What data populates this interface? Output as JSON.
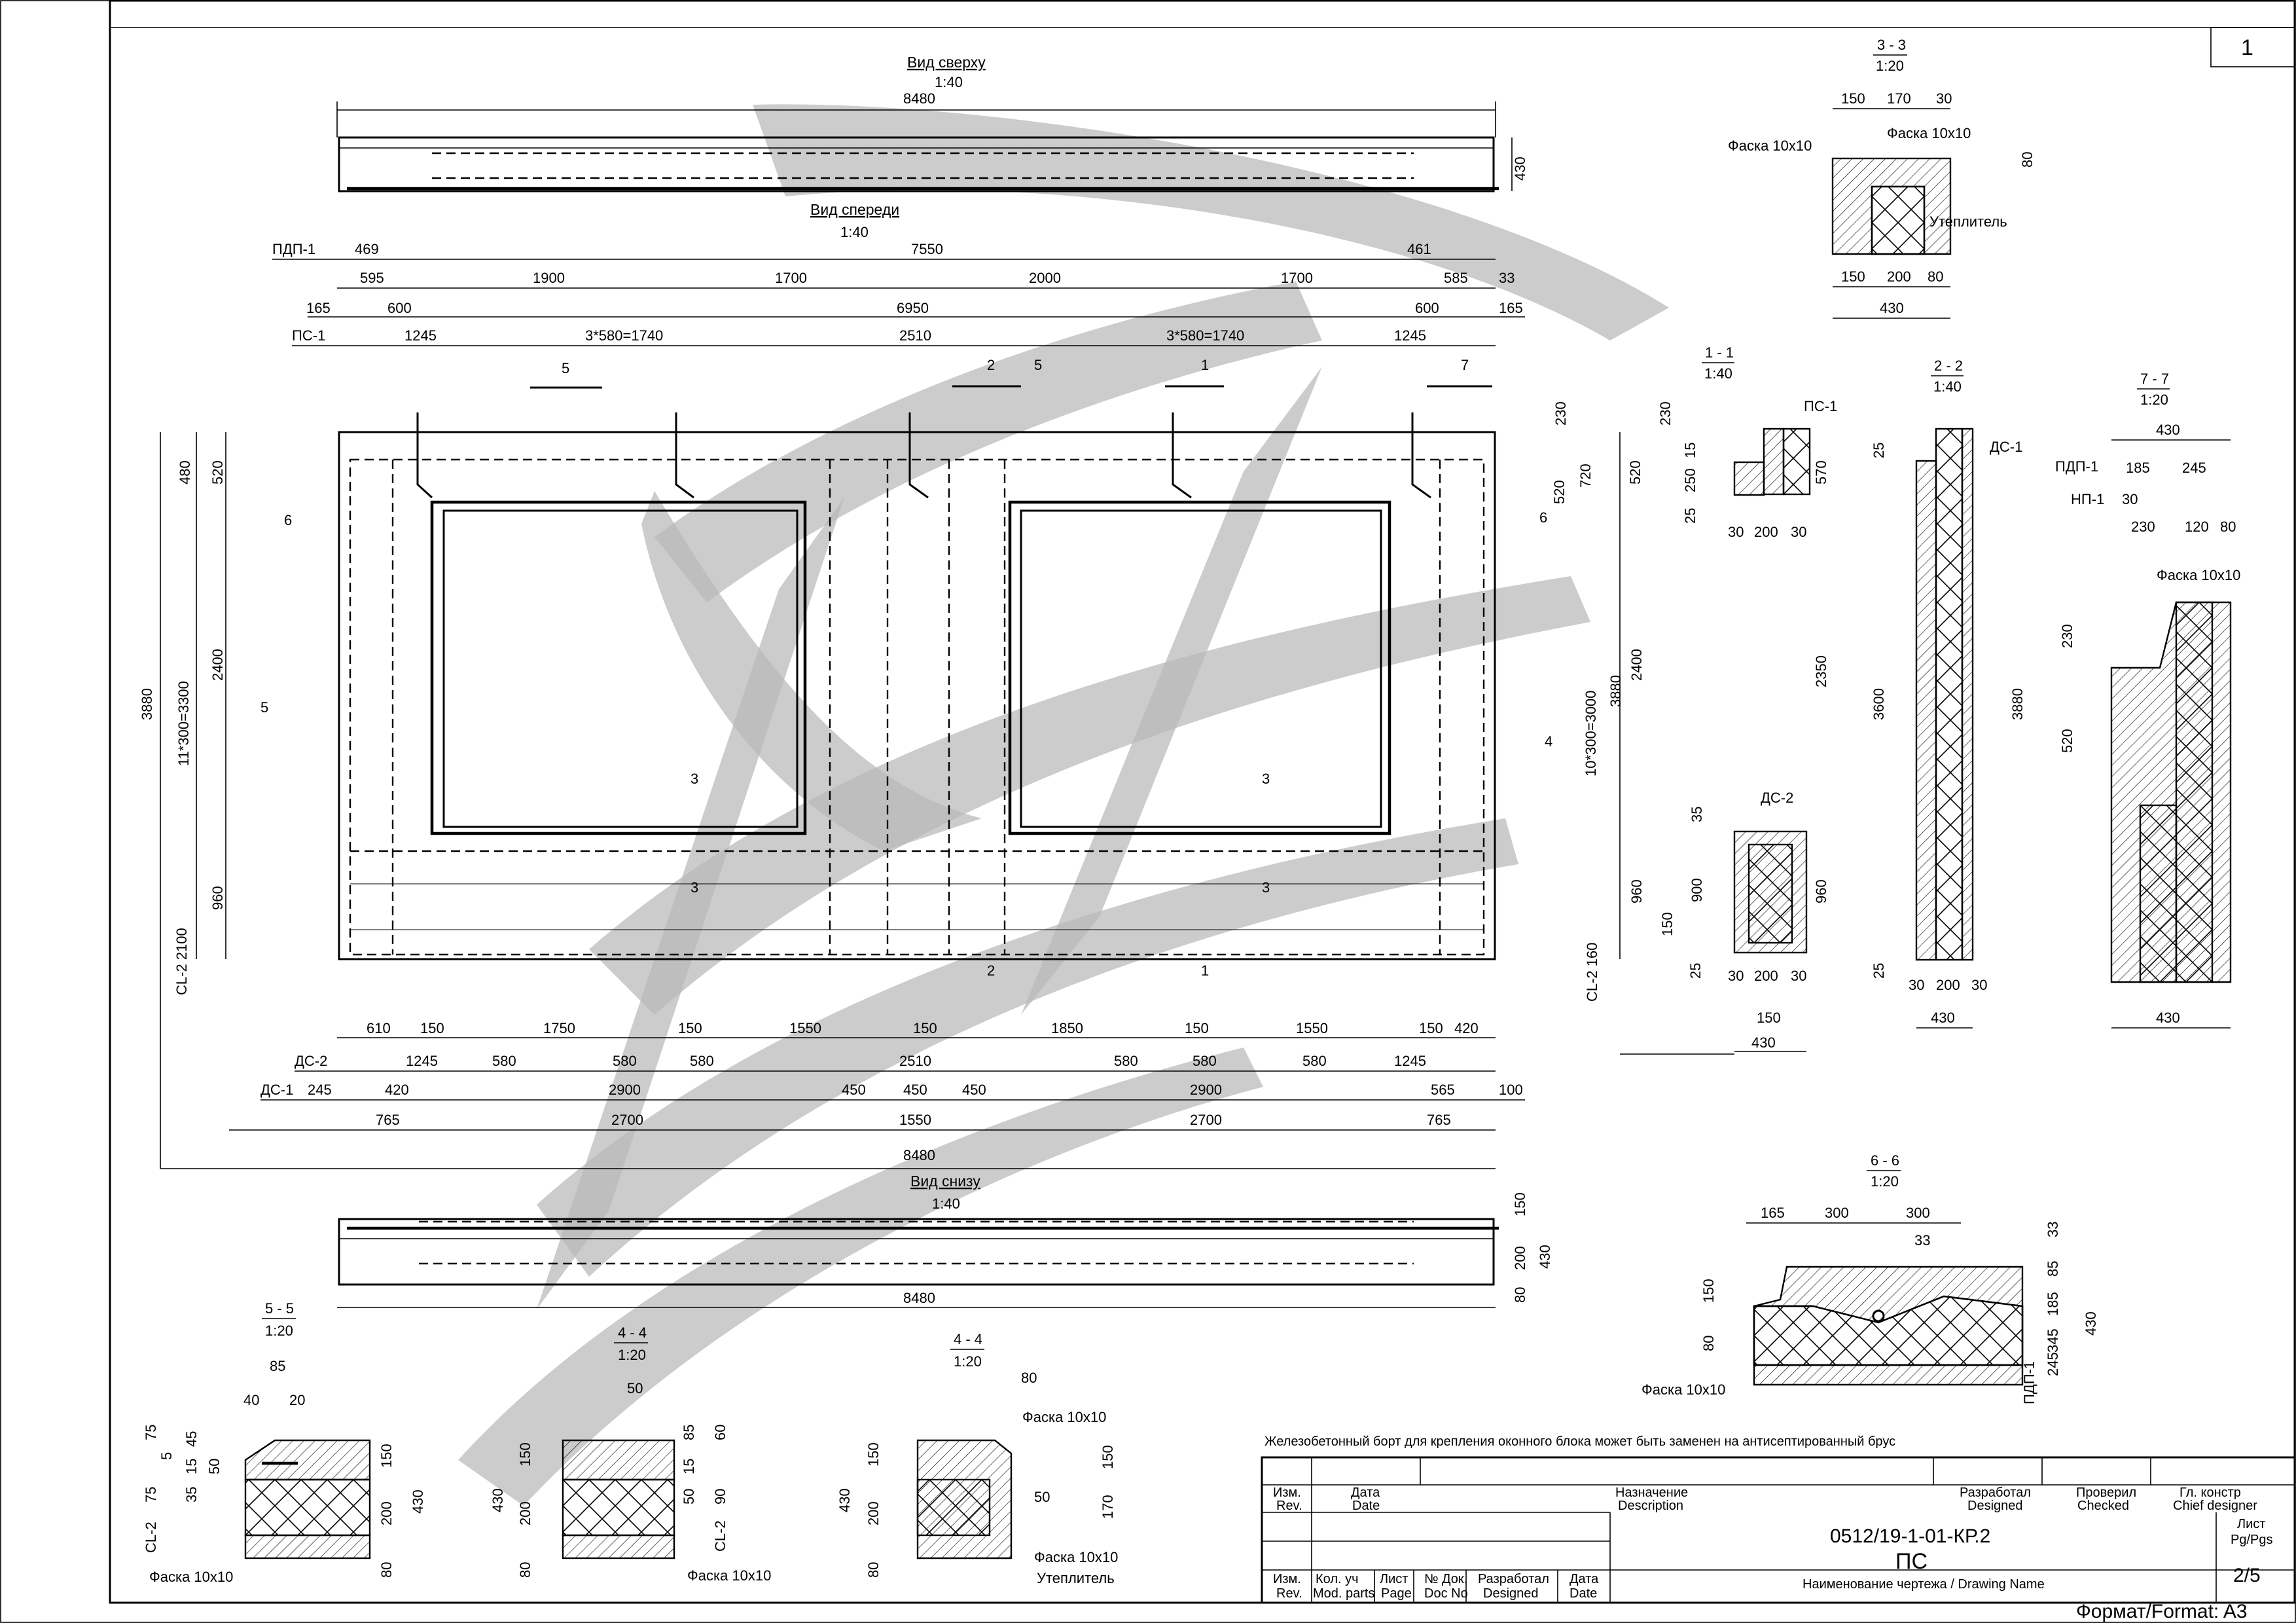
{
  "sheet": {
    "number": "1",
    "format": "Формат/Format: A3",
    "note": "Железобетонный борт для крепления оконного блока может быть заменен на антисептированный брус"
  },
  "views": {
    "top": {
      "title": "Вид сверху",
      "scale": "1:40"
    },
    "front": {
      "title": "Вид спереди",
      "scale": "1:40"
    },
    "bottom": {
      "title": "Вид снизу",
      "scale": "1:40"
    }
  },
  "sections": {
    "s33": {
      "title": "3 - 3",
      "scale": "1:20"
    },
    "s11": {
      "title": "1 - 1",
      "scale": "1:40"
    },
    "s22": {
      "title": "2 - 2",
      "scale": "1:40"
    },
    "s77": {
      "title": "7 - 7",
      "scale": "1:20"
    },
    "s66": {
      "title": "6 - 6",
      "scale": "1:20"
    },
    "s55": {
      "title": "5 - 5",
      "scale": "1:20"
    },
    "s44a": {
      "title": "4 - 4",
      "scale": "1:20"
    },
    "s44b": {
      "title": "4 - 4",
      "scale": "1:20"
    }
  },
  "labels": {
    "facet": "Фаска 10х10",
    "insulation": "Утеплитель",
    "pdp1": "ПДП-1",
    "ps1": "ПС-1",
    "ds1": "ДС-1",
    "ds2": "ДС-2",
    "np1": "НП-1",
    "cl2": "CL-2",
    "cl2_2100": "CL-2 2100",
    "cl2_160": "CL-2 160"
  },
  "dims": {
    "top_8480": "8480",
    "top_430": "430",
    "pdp_469": "469",
    "pdp_7550": "7550",
    "pdp_461": "461",
    "r2_595": "595",
    "r2_1900": "1900",
    "r2_1700a": "1700",
    "r2_2000": "2000",
    "r2_1700b": "1700",
    "r2_585": "585",
    "r2_33": "33",
    "r3_165a": "165",
    "r3_600a": "600",
    "r3_6950": "6950",
    "r3_600b": "600",
    "r3_165b": "165",
    "r4_1245a": "1245",
    "r4_3x580a": "3*580=1740",
    "r4_2510": "2510",
    "r4_3x580b": "3*580=1740",
    "r4_1245b": "1245",
    "l_3880": "3880",
    "l_11x300": "11*300=3300",
    "l_480": "480",
    "l_520": "520",
    "l_2400": "2400",
    "l_960": "960",
    "b1_610": "610",
    "b1_150a": "150",
    "b1_1750": "1750",
    "b1_150b": "150",
    "b1_1550a": "1550",
    "b1_150c": "150",
    "b1_1850": "1850",
    "b1_150d": "150",
    "b1_1550b": "1550",
    "b1_150e": "150",
    "b1_420": "420",
    "b2_1245a": "1245",
    "b2_580a": "580",
    "b2_580b": "580",
    "b2_580c": "580",
    "b2_2510": "2510",
    "b2_580d": "580",
    "b2_580e": "580",
    "b2_580f": "580",
    "b2_1245b": "1245",
    "b3_245": "245",
    "b3_420": "420",
    "b3_2900a": "2900",
    "b3_450a": "450",
    "b3_450b": "450",
    "b3_450c": "450",
    "b3_2900b": "2900",
    "b3_565": "565",
    "b3_100": "100",
    "b4_765a": "765",
    "b4_2700a": "2700",
    "b4_1550": "1550",
    "b4_2700b": "2700",
    "b4_765b": "765",
    "b5_8480": "8480",
    "bot_8480": "8480",
    "bot_150": "150",
    "bot_200": "200",
    "bot_80": "80",
    "bot_430": "430",
    "s33_150": "150",
    "s33_170": "170",
    "s33_30": "30",
    "s33_80": "80",
    "s33_150b": "150",
    "s33_200": "200",
    "s33_80b": "80",
    "s33_430": "430",
    "s11_230": "230",
    "s11_720": "720",
    "s11_520": "520",
    "s11_15": "15",
    "s11_250": "250",
    "s11_25": "25",
    "s11_570": "570",
    "s11_30a": "30",
    "s11_200": "200",
    "s11_30b": "30",
    "s11_10x300": "10*300=3000",
    "s11_3880": "3880",
    "s11_2400": "2400",
    "s11_2350": "2350",
    "s11_960": "960",
    "s11_960b": "960",
    "s11_35": "35",
    "s11_900": "900",
    "s11_150": "150",
    "s11_25b": "25",
    "s11_30c": "30",
    "s11_200b": "200",
    "s11_30d": "30",
    "s11_150b": "150",
    "s11_430": "430",
    "s22_25": "25",
    "s22_3600": "3600",
    "s22_3880": "3880",
    "s22_25b": "25",
    "s22_30a": "30",
    "s22_200": "200",
    "s22_30b": "30",
    "s22_430": "430",
    "s77_430": "430",
    "s77_185": "185",
    "s77_245": "245",
    "s77_30": "30",
    "s77_230": "230",
    "s77_120": "120",
    "s77_80": "80",
    "s77_230b": "230",
    "s77_520": "520",
    "s77_430b": "430",
    "s66_165": "165",
    "s66_300a": "300",
    "s66_300b": "300",
    "s66_33": "33",
    "s66_85": "85",
    "s66_33b": "33",
    "s66_150": "150",
    "s66_80": "80",
    "s66_185": "185",
    "s66_345": "345",
    "s66_245": "245",
    "s66_430": "430",
    "s55_85": "85",
    "s55_40": "40",
    "s55_20": "20",
    "s55_75": "75",
    "s55_45": "45",
    "s55_5": "5",
    "s55_15": "15",
    "s55_50": "50",
    "s55_35": "35",
    "s55_75b": "75",
    "s55_150": "150",
    "s55_200": "200",
    "s55_430": "430",
    "s55_80": "80",
    "s44a_50": "50",
    "s44a_150": "150",
    "s44a_85": "85",
    "s44a_60": "60",
    "s44a_15": "15",
    "s44a_430": "430",
    "s44a_200": "200",
    "s44a_50b": "50",
    "s44a_90": "90",
    "s44a_80": "80",
    "s44b_80": "80",
    "s44b_150": "150",
    "s44b_150b": "150",
    "s44b_430": "430",
    "s44b_200": "200",
    "s44b_50": "50",
    "s44b_170": "170",
    "s44b_80b": "80"
  },
  "cuts": {
    "c5": "5",
    "c2": "2",
    "c1": "1",
    "c7": "7",
    "c6": "6",
    "c4": "4",
    "c3": "3"
  },
  "title_block": {
    "rev": "Изм.\nRev.",
    "rev_lbl": "Изм.",
    "rev_en": "Rev.",
    "date_lbl": "Дата",
    "date_en": "Date",
    "desc_lbl": "Назначение",
    "desc_en": "Description",
    "designed_lbl": "Разработал",
    "designed_en": "Designed",
    "checked_lbl": "Проверил",
    "checked_en": "Checked",
    "chief_lbl": "Гл. констр",
    "chief_en": "Chief designer",
    "kol_lbl": "Кол. уч",
    "kol_en": "Mod. parts",
    "list_lbl": "Лист",
    "list_en": "Page",
    "doc_lbl": "№ Док.",
    "doc_en": "Doc No",
    "designed2_lbl": "Разработал",
    "designed2_en": "Designed",
    "date2_lbl": "Дата",
    "date2_en": "Date",
    "code": "0512/19-1-01-КР.2",
    "name": "ПС",
    "name_caption": "Наименование чертежа / Drawing Name",
    "page_lbl": "Лист",
    "page_en": "Pg/Pgs",
    "page": "2/5"
  }
}
